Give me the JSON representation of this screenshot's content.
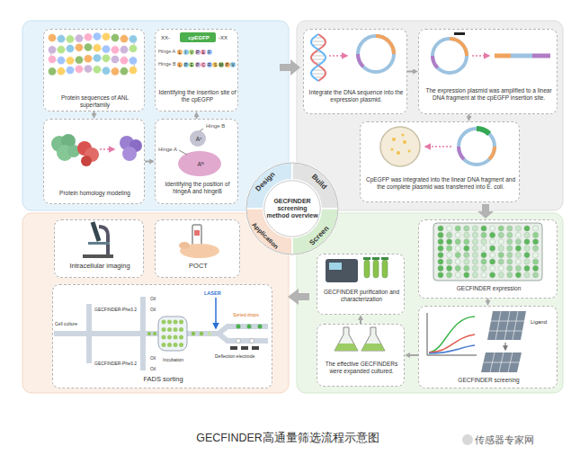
{
  "diagram": {
    "caption": "GECFINDER高通量筛选流程示意图",
    "nodes": [
      {
        "text": [
          "Protein sequences of ANL superfamily"
        ]
      },
      {
        "text": [
          "XX-",
          "cpEGFP",
          "-XX",
          "Hinge A",
          "L I V P E F",
          "Hinge B",
          "L P E P C R S M P V",
          "Identifying the insertion site of the cpEGFP"
        ]
      },
      {
        "text": [
          "Protein homology modeling"
        ]
      },
      {
        "text": [
          "Hinge B",
          "Hinge A",
          "Aᶜ",
          "Aᴺ",
          "Identifying the position of hingeA and hingeB"
        ]
      },
      {
        "text": [
          "Integrate the DNA sequence into the expression plasmid."
        ]
      },
      {
        "text": [
          "The expression plasmid was amplified to a linear DNA fragment at the cpEGFP insertion site."
        ]
      },
      {
        "text": [
          "CpEGFP was integrated into the linear DNA fragment and the complete plasmid was transferred into E. coli."
        ]
      },
      {
        "text": [
          "GECFINDER expression"
        ]
      },
      {
        "text": [
          "Ligand",
          "GECFINDER screening"
        ]
      },
      {
        "text": [
          "The effective GECFINDERs were expanded cultured."
        ]
      },
      {
        "text": [
          "GECFINDER purification and characterization"
        ]
      },
      {
        "text": [
          "Intracellular imaging"
        ]
      },
      {
        "text": [
          "POCT"
        ]
      },
      {
        "text": [
          "Cell culture",
          "GECFINDER-Phe3.2",
          "Oil",
          "Oil",
          "GECFINDER-Phe3.2",
          "Oil",
          "Oil",
          "Incubation",
          "LASER",
          "Sorted drops",
          "Deflection electrode",
          "FADS sorting"
        ]
      },
      {
        "text": [
          "GECFINDER screening method overview"
        ]
      }
    ],
    "edges": [
      {
        "from": 0,
        "to": 2,
        "arrow": "to"
      },
      {
        "from": 2,
        "to": 3,
        "arrow": "to"
      },
      {
        "from": 3,
        "to": 1,
        "arrow": "to"
      },
      {
        "from": 4,
        "to": 5,
        "arrow": "to"
      },
      {
        "from": 5,
        "to": 6,
        "arrow": "to"
      },
      {
        "from": 7,
        "to": 8,
        "arrow": "to"
      },
      {
        "from": 8,
        "to": 9,
        "arrow": "to"
      },
      {
        "from": 9,
        "to": 10,
        "arrow": "to"
      }
    ],
    "labels": [
      "Design",
      "Build",
      "Screen",
      "Application",
      "传感器专家网"
    ]
  }
}
